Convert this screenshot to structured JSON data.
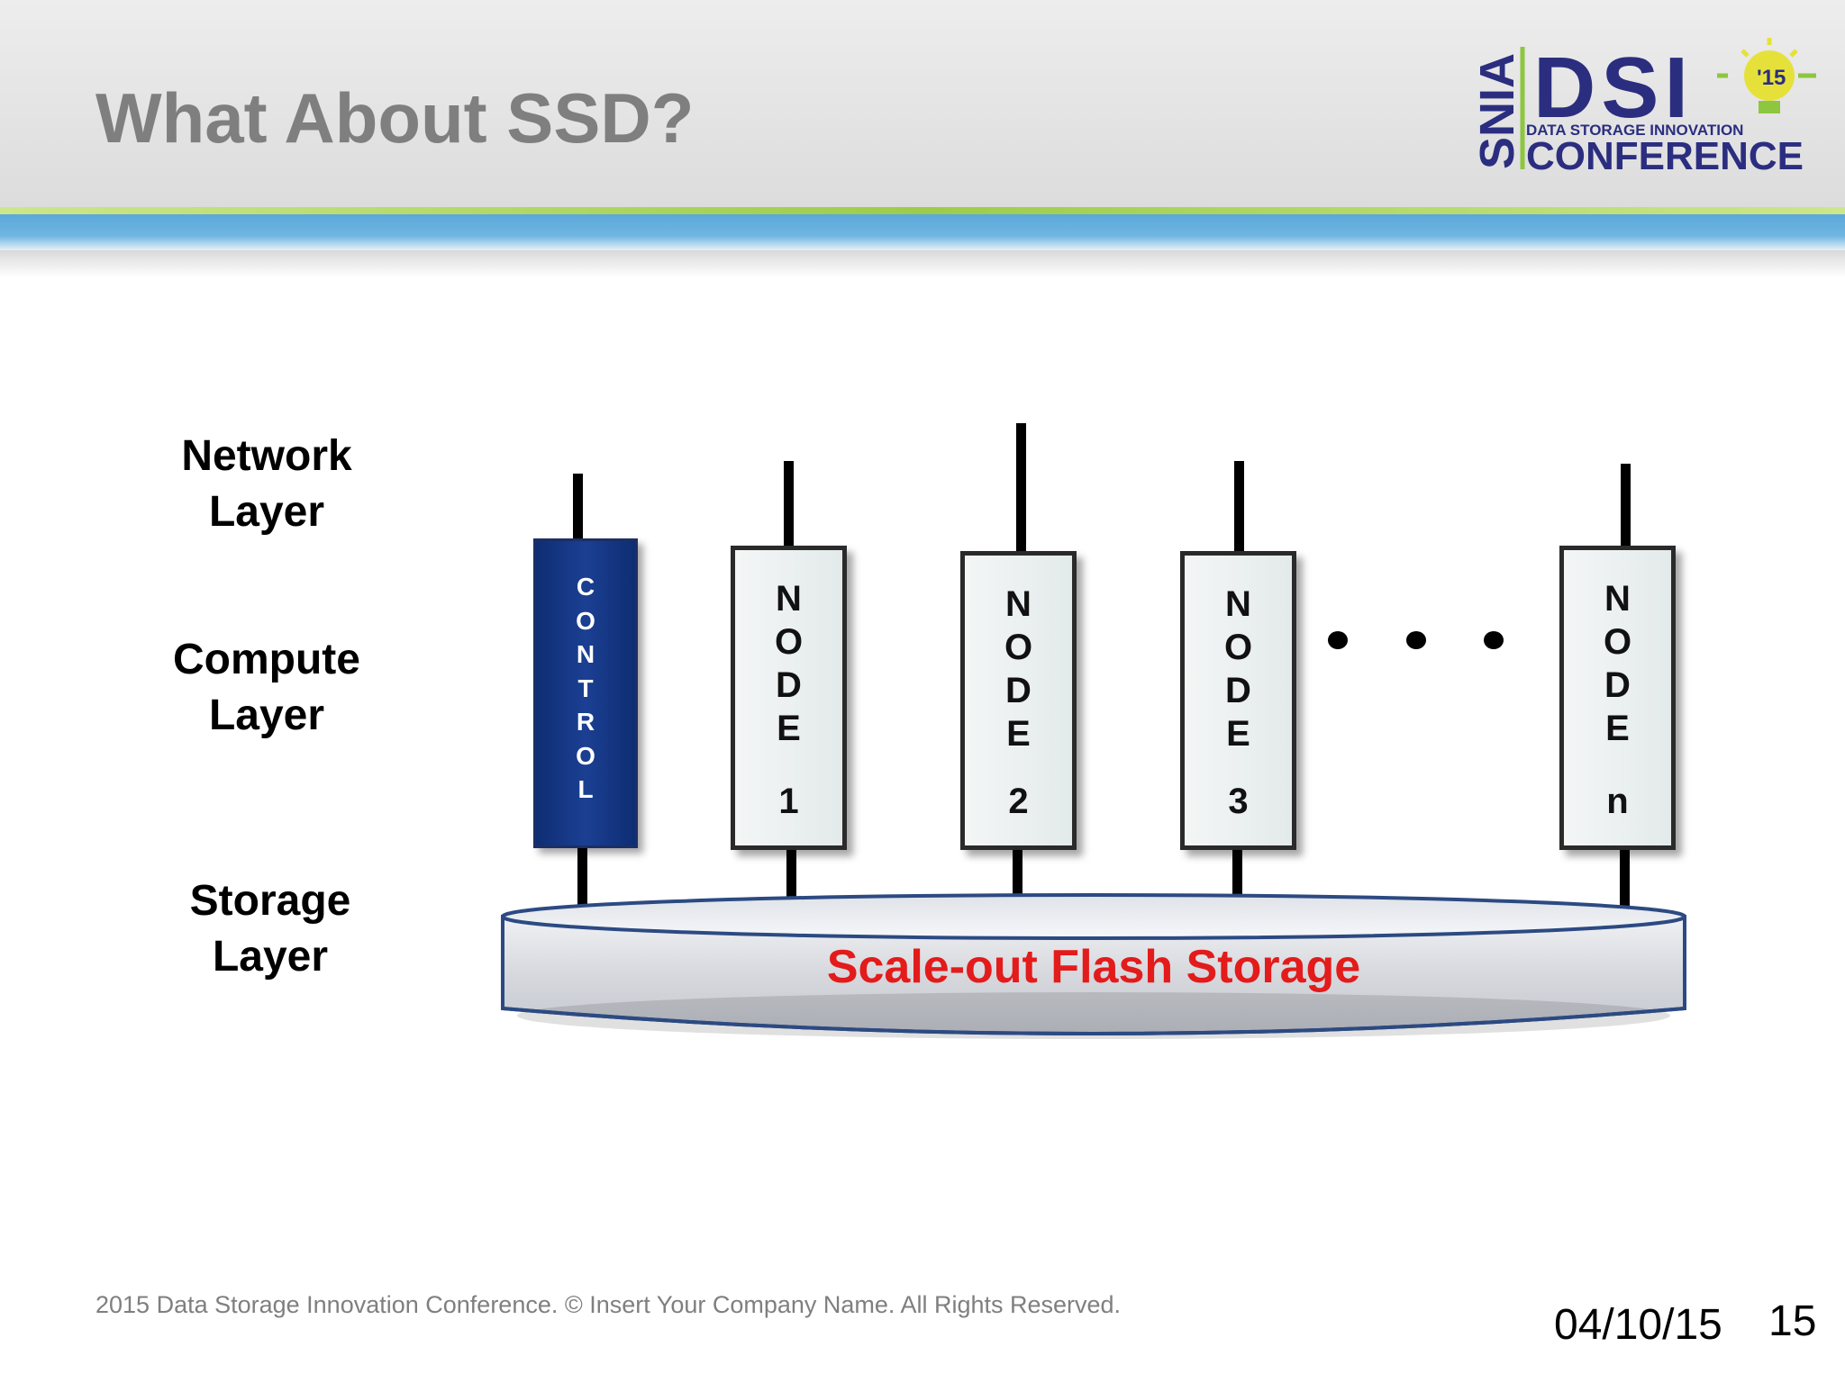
{
  "slide": {
    "title": "What About SSD?",
    "footer": "2015 Data Storage Innovation Conference. © Insert Your Company Name.  All Rights Reserved.",
    "date": "04/10/15",
    "page_number": "15"
  },
  "logo": {
    "org": "SNIA",
    "brand": "DSI",
    "year": "'15",
    "tagline": "DATA STORAGE INNOVATION",
    "conference": "CONFERENCE",
    "colors": {
      "navy": "#2b2e7f",
      "green": "#8dc63f",
      "yellow": "#e6e13a"
    }
  },
  "layers": {
    "network": {
      "line1": "Network",
      "line2": "Layer"
    },
    "compute": {
      "line1": "Compute",
      "line2": "Layer"
    },
    "storage": {
      "line1": "Storage",
      "line2": "Layer"
    }
  },
  "control": {
    "letters": [
      "C",
      "O",
      "N",
      "T",
      "R",
      "O",
      "L"
    ],
    "color": "#12347f"
  },
  "nodes": [
    {
      "letters": [
        "N",
        "O",
        "D",
        "E"
      ],
      "label": "1"
    },
    {
      "letters": [
        "N",
        "O",
        "D",
        "E"
      ],
      "label": "2"
    },
    {
      "letters": [
        "N",
        "O",
        "D",
        "E"
      ],
      "label": "3"
    },
    {
      "letters": [
        "N",
        "O",
        "D",
        "E"
      ],
      "label": "n"
    }
  ],
  "storage": {
    "label": "Scale-out Flash Storage",
    "label_color": "#e31b1b"
  }
}
